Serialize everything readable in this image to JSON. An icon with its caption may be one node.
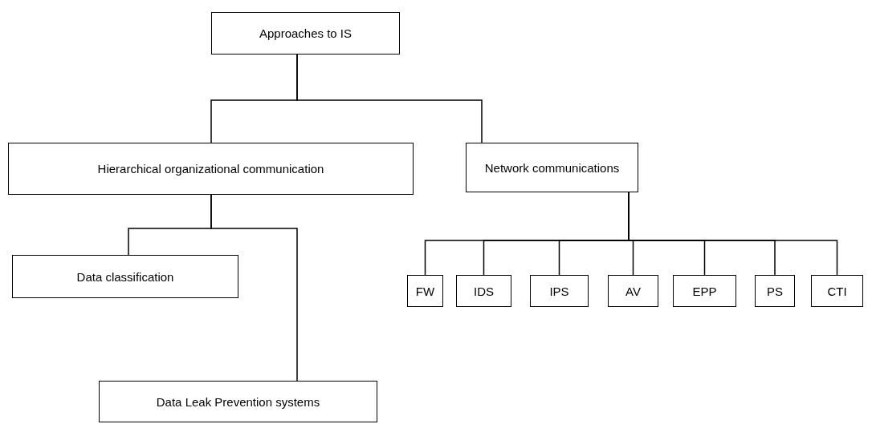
{
  "diagram": {
    "nodes": [
      {
        "text": [
          "Approaches to IS"
        ]
      },
      {
        "text": [
          "Hierarchical organizational communication"
        ]
      },
      {
        "text": [
          "Network communications"
        ]
      },
      {
        "text": [
          "Data classification"
        ]
      },
      {
        "text": [
          "Data Leak Prevention systems"
        ]
      },
      {
        "text": [
          "FW"
        ]
      },
      {
        "text": [
          "IDS"
        ]
      },
      {
        "text": [
          "IPS"
        ]
      },
      {
        "text": [
          "AV"
        ]
      },
      {
        "text": [
          "EPP"
        ]
      },
      {
        "text": [
          "PS"
        ]
      },
      {
        "text": [
          "CTI"
        ]
      }
    ],
    "edges": [
      {
        "from": 0,
        "to": 1,
        "arrow": "none"
      },
      {
        "from": 0,
        "to": 2,
        "arrow": "none"
      },
      {
        "from": 1,
        "to": 3,
        "arrow": "none"
      },
      {
        "from": 1,
        "to": 4,
        "arrow": "none"
      },
      {
        "from": 2,
        "to": 5,
        "arrow": "none"
      },
      {
        "from": 2,
        "to": 6,
        "arrow": "none"
      },
      {
        "from": 2,
        "to": 7,
        "arrow": "none"
      },
      {
        "from": 2,
        "to": 8,
        "arrow": "none"
      },
      {
        "from": 2,
        "to": 9,
        "arrow": "none"
      },
      {
        "from": 2,
        "to": 10,
        "arrow": "none"
      },
      {
        "from": 2,
        "to": 11,
        "arrow": "none"
      }
    ]
  }
}
